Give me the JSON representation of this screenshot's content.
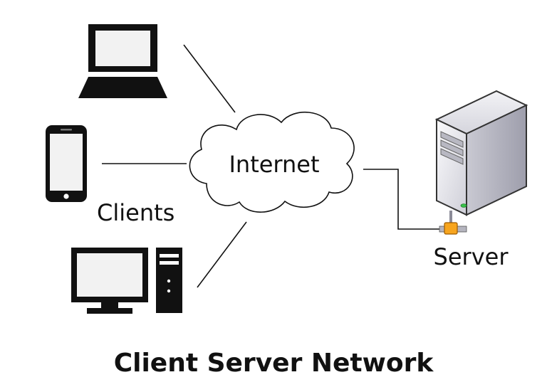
{
  "diagram": {
    "title": "Client Server Network",
    "cloud_label": "Internet",
    "clients_label": "Clients",
    "server_label": "Server"
  },
  "icons": {
    "laptop": "laptop-icon",
    "smartphone": "smartphone-icon",
    "desktop": "desktop-computer-icon",
    "server": "server-tower-icon"
  },
  "colors": {
    "stroke": "#111111",
    "screen": "#f2f2f2",
    "server_body": "#e9e9ee",
    "connector": "#f7a51e",
    "status_led": "#39c24a"
  }
}
